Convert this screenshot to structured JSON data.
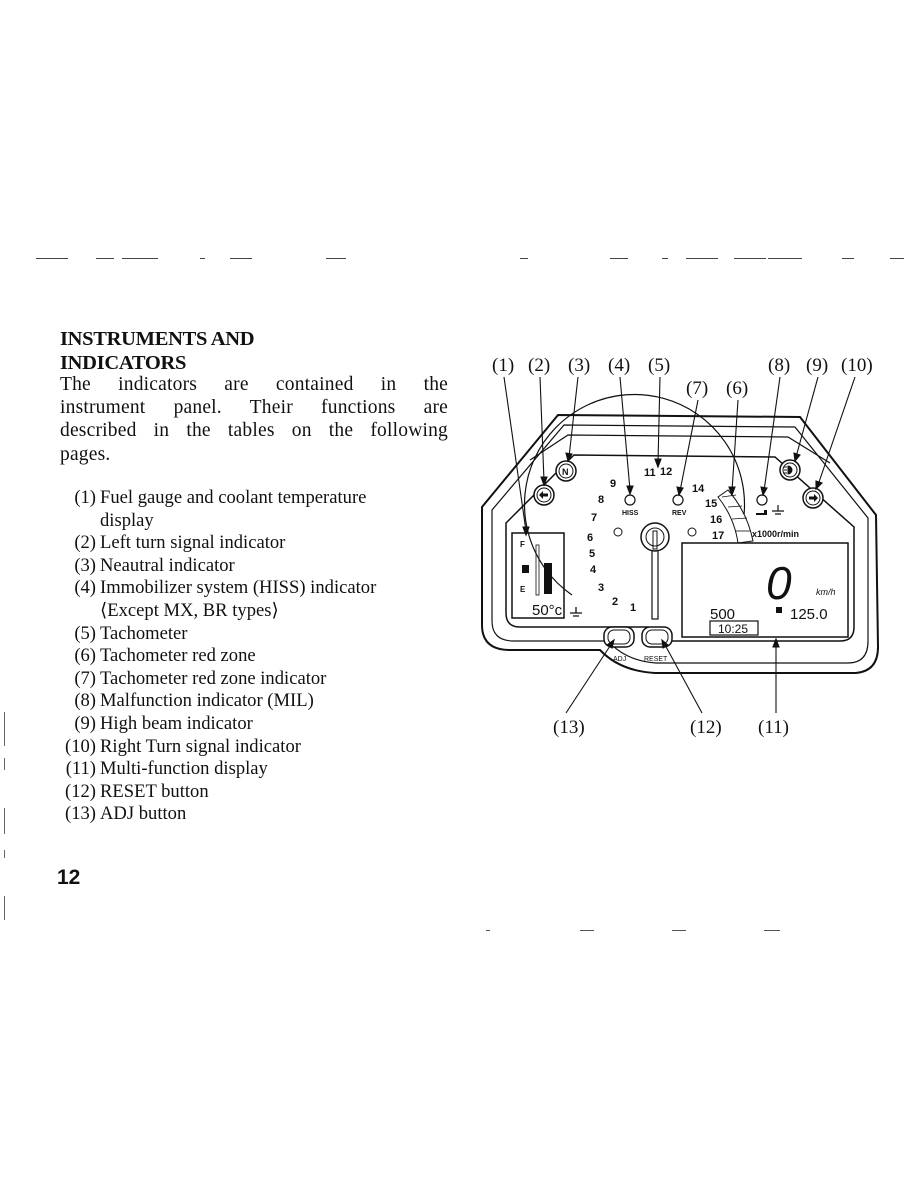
{
  "heading": "INSTRUMENTS AND\nINDICATORS",
  "intro": "The indicators are contained in the instrument panel. Their functions are described in the tables on the following pages.",
  "legend": [
    {
      "num": "(1)",
      "text": "Fuel gauge and coolant temperature",
      "cont": "display"
    },
    {
      "num": "(2)",
      "text": "Left turn signal indicator"
    },
    {
      "num": "(3)",
      "text": "Neautral indicator"
    },
    {
      "num": "(4)",
      "text": "Immobilizer system (HISS) indicator",
      "cont": "⟨Except MX, BR types⟩"
    },
    {
      "num": "(5)",
      "text": "Tachometer"
    },
    {
      "num": "(6)",
      "text": "Tachometer red zone"
    },
    {
      "num": "(7)",
      "text": "Tachometer red zone indicator"
    },
    {
      "num": "(8)",
      "text": "Malfunction indicator (MIL)"
    },
    {
      "num": "(9)",
      "text": "High beam indicator"
    },
    {
      "num": "(10)",
      "text": "Right Turn signal indicator"
    },
    {
      "num": "(11)",
      "text": "Multi-function display"
    },
    {
      "num": "(12)",
      "text": "RESET button"
    },
    {
      "num": "(13)",
      "text": "ADJ button"
    }
  ],
  "page_number": "12",
  "diagram": {
    "callouts": [
      "(1)",
      "(2)",
      "(3)",
      "(4)",
      "(5)",
      "(7)",
      "(6)",
      "(8)",
      "(9)",
      "(10)",
      "(13)",
      "(12)",
      "(11)"
    ],
    "tach_numbers": [
      "1",
      "2",
      "3",
      "4",
      "5",
      "6",
      "7",
      "8",
      "9",
      "11",
      "12",
      "14",
      "15",
      "16",
      "17"
    ],
    "tach_unit": "x1000r/min",
    "hiss_label": "HISS",
    "rev_label": "REV",
    "fuel_full": "F",
    "fuel_empty": "E",
    "coolant_temp": "50°c",
    "speed": "0",
    "speed_unit": "km/h",
    "odometer": "500",
    "trip": "125.0",
    "clock": "10:25",
    "adj_label": "ADJ",
    "reset_label": "RESET",
    "neutral_letter": "N"
  }
}
